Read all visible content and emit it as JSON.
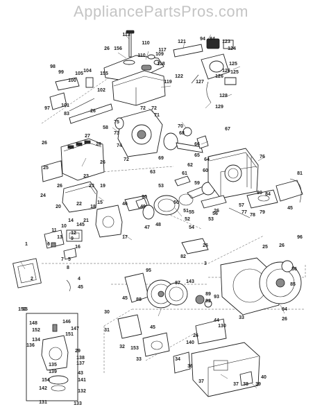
{
  "watermark": "AppliancePartsPros.com",
  "part_labels": [
    "113",
    "26",
    "156",
    "110",
    "117",
    "121",
    "94",
    "84",
    "123",
    "124",
    "110",
    "109",
    "118",
    "125",
    "126",
    "125",
    "98",
    "99",
    "105",
    "104",
    "155",
    "122",
    "126",
    "127",
    "100",
    "102",
    "119",
    "97",
    "101",
    "83",
    "26",
    "128",
    "129",
    "72",
    "72",
    "58",
    "75",
    "73",
    "74",
    "71",
    "70",
    "68",
    "67",
    "26",
    "27",
    "26",
    "66",
    "65",
    "69",
    "72",
    "64",
    "76",
    "26",
    "62",
    "61",
    "63",
    "60",
    "59",
    "25",
    "53",
    "26",
    "23",
    "23",
    "24",
    "19",
    "81",
    "22",
    "90",
    "20",
    "49",
    "50",
    "51",
    "80",
    "84",
    "18",
    "15",
    "46",
    "48",
    "52",
    "54",
    "56",
    "57",
    "26",
    "79",
    "78",
    "77",
    "45",
    "55",
    "53",
    "21",
    "14",
    "12",
    "47",
    "11",
    "10",
    "145",
    "17",
    "13",
    "9",
    "16",
    "6",
    "1",
    "2",
    "7",
    "96",
    "5",
    "8",
    "82",
    "26",
    "26",
    "25",
    "3",
    "4",
    "45",
    "95",
    "86",
    "87",
    "143",
    "85",
    "45",
    "88",
    "89",
    "92",
    "93",
    "94",
    "26",
    "33",
    "150",
    "148",
    "146",
    "147",
    "151",
    "152",
    "134",
    "29",
    "30",
    "31",
    "32",
    "45",
    "44",
    "130",
    "153",
    "136",
    "138",
    "137",
    "135",
    "139",
    "43",
    "26",
    "140",
    "154",
    "141",
    "142",
    "132",
    "131",
    "133",
    "33",
    "35",
    "34",
    "36",
    "37",
    "37",
    "38",
    "39",
    "40"
  ]
}
